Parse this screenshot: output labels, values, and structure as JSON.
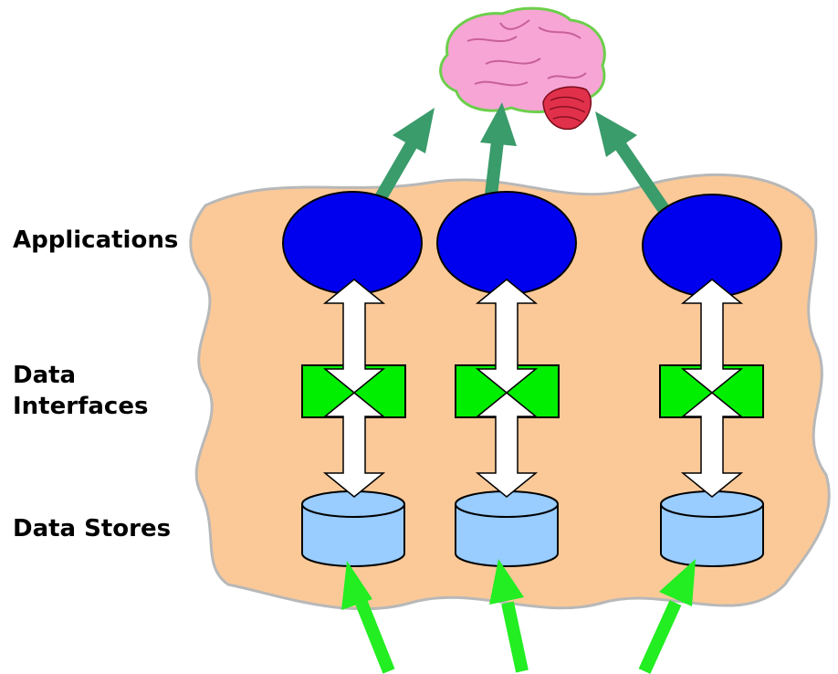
{
  "labels": {
    "applications": "Applications",
    "data_interfaces_line1": "Data",
    "data_interfaces_line2": "Interfaces",
    "data_stores": "Data Stores"
  },
  "colors": {
    "cloud_fill": "#fbc998",
    "cloud_stroke": "#b8b8b8",
    "application_fill": "#0000ee",
    "interface_fill": "#00ee00",
    "store_fill": "#99ccff",
    "brain_arrow": "#3a9b6b",
    "input_arrow": "#22ee22",
    "brain_fill": "#f7a5d5",
    "cerebellum_fill": "#e0304a"
  },
  "icons": {
    "brain": "brain-icon"
  }
}
